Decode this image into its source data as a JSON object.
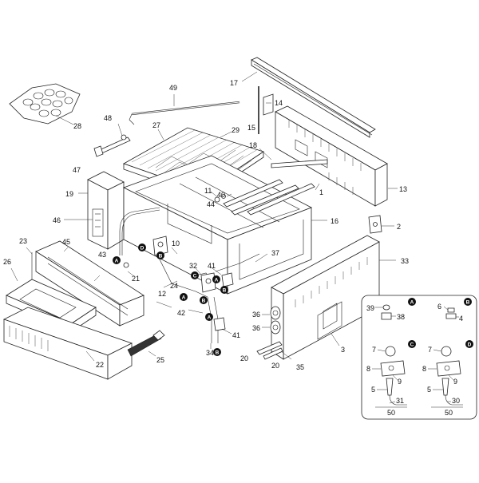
{
  "labels": {
    "l1": "1",
    "l2": "2",
    "l3": "3",
    "l4": "4",
    "l5a": "5",
    "l5b": "5",
    "l6": "6",
    "l7a": "7",
    "l7b": "7",
    "l8a": "8",
    "l8b": "8",
    "l9a": "9",
    "l9b": "9",
    "l10": "10",
    "l11": "11",
    "l12": "12",
    "l13": "13",
    "l14": "14",
    "l15": "15",
    "l16": "16",
    "l17": "17",
    "l18": "18",
    "l19": "19",
    "l20a": "20",
    "l20b": "20",
    "l21": "21",
    "l22": "22",
    "l23": "23",
    "l24": "24",
    "l25": "25",
    "l26": "26",
    "l27": "27",
    "l28": "28",
    "l29": "29",
    "l30": "30",
    "l31": "31",
    "l32": "32",
    "l33": "33",
    "l34": "34",
    "l35": "35",
    "l36a": "36",
    "l36b": "36",
    "l37": "37",
    "l38": "38",
    "l39": "39",
    "l40": "40",
    "l41a": "41",
    "l41b": "41",
    "l42": "42",
    "l43": "43",
    "l44": "44",
    "l45": "45",
    "l46": "46",
    "l47": "47",
    "l48": "48",
    "l49": "49",
    "l50a": "50",
    "l50b": "50"
  },
  "badges": {
    "a": "A",
    "b": "B",
    "c": "C",
    "d": "D"
  },
  "colors": {
    "ink": "#222222",
    "badge": "#111111",
    "background": "#ffffff"
  }
}
